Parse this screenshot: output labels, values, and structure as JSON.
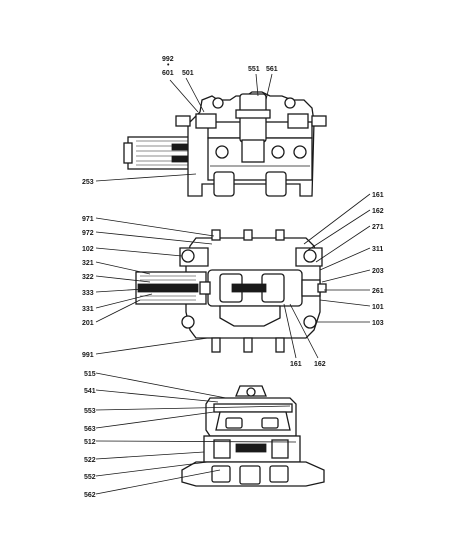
{
  "diagram": {
    "top_view": {
      "labels": [
        "992",
        "601",
        "501",
        "551",
        "561",
        "253"
      ]
    },
    "middle_view": {
      "labels_left": [
        "971",
        "972",
        "102",
        "321",
        "322",
        "333",
        "331",
        "201",
        "991"
      ],
      "labels_right": [
        "161",
        "162",
        "271",
        "311",
        "203",
        "261",
        "101",
        "103"
      ],
      "labels_bottom": [
        "161",
        "162"
      ]
    },
    "bottom_view": {
      "labels": [
        "515",
        "541",
        "553",
        "563",
        "512",
        "522",
        "552",
        "562"
      ]
    }
  }
}
